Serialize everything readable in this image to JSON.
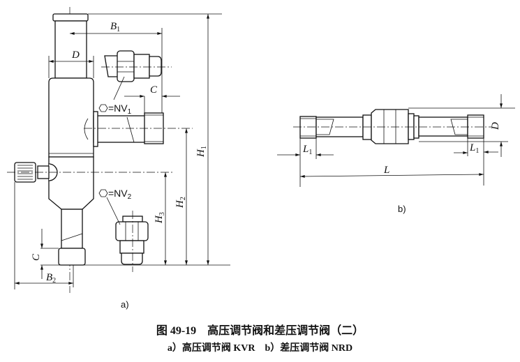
{
  "figure": {
    "caption_title": "图 49-19　高压调节阀和差压调节阀（二）",
    "caption_subtitle": "a）高压调节阀 KVR　b）差压调节阀 NRD"
  },
  "part_a": {
    "label": "a)",
    "dims": {
      "B1": "B",
      "B1_sub": "1",
      "D": "D",
      "C_top": "C",
      "H1": "H",
      "H1_sub": "1",
      "H2": "H",
      "H2_sub": "2",
      "H3": "H",
      "H3_sub": "3",
      "C_bottom": "C",
      "B2": "B",
      "B2_sub": "2"
    },
    "nut_labels": {
      "nv1": "=NV",
      "nv1_sub": "1",
      "nv2": "=NV",
      "nv2_sub": "2"
    }
  },
  "part_b": {
    "label": "b)",
    "dims": {
      "L": "L",
      "L1_left": "L",
      "L1_left_sub": "1",
      "L1_right": "L",
      "L1_right_sub": "1",
      "D": "D"
    }
  }
}
